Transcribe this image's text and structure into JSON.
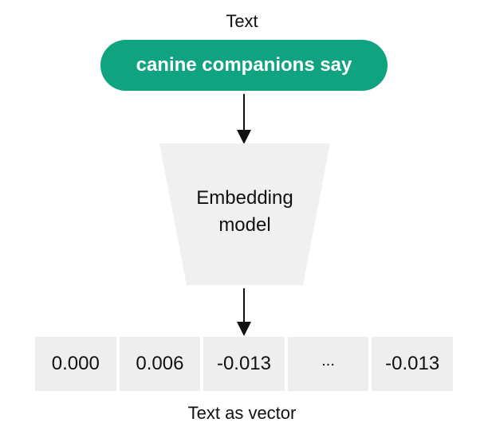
{
  "input": {
    "label": "Text",
    "text": "canine companions say"
  },
  "model": {
    "line1": "Embedding",
    "line2": "model"
  },
  "output": {
    "label": "Text as vector",
    "cells": [
      "0.000",
      "0.006",
      "-0.013",
      "...",
      "-0.013"
    ]
  },
  "colors": {
    "accent": "#10a37f",
    "model_fill": "#f0f0f0",
    "cell_fill": "#eeeeee"
  }
}
